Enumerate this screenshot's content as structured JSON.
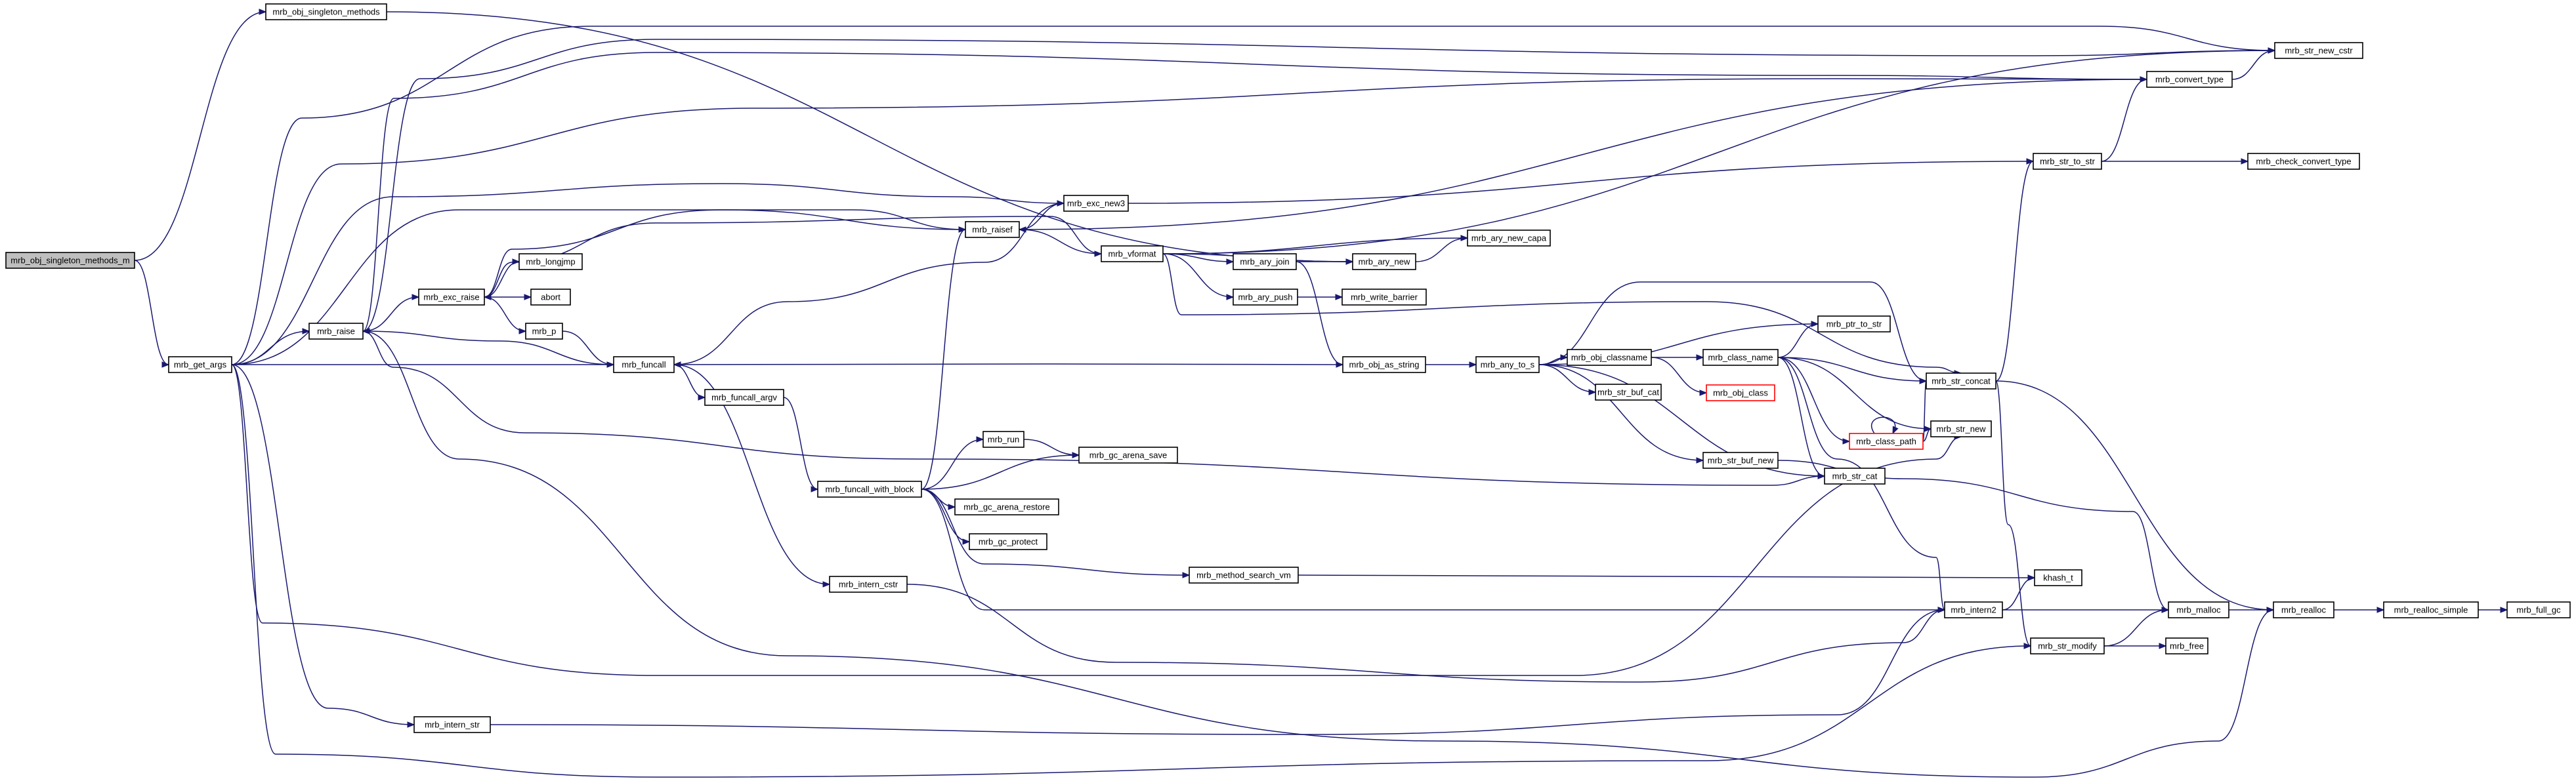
{
  "graph": {
    "type": "call-graph",
    "colors": {
      "edge": "#191970",
      "root_fill": "#bfbfbf",
      "node_border": "#000000",
      "truncated_border": "#ff0000",
      "background": "#ffffff"
    },
    "nodes": [
      {
        "id": "root",
        "label": "mrb_obj_singleton_methods_m",
        "root": true
      },
      {
        "id": "osm",
        "label": "mrb_obj_singleton_methods"
      },
      {
        "id": "get_args",
        "label": "mrb_get_args"
      },
      {
        "id": "raise",
        "label": "mrb_raise"
      },
      {
        "id": "exc_raise",
        "label": "mrb_exc_raise"
      },
      {
        "id": "longjmp",
        "label": "mrb_longjmp"
      },
      {
        "id": "abort",
        "label": "abort"
      },
      {
        "id": "p",
        "label": "mrb_p"
      },
      {
        "id": "funcall",
        "label": "mrb_funcall"
      },
      {
        "id": "funcall_argv",
        "label": "mrb_funcall_argv"
      },
      {
        "id": "fwb",
        "label": "mrb_funcall_with_block"
      },
      {
        "id": "intern_cstr",
        "label": "mrb_intern_cstr"
      },
      {
        "id": "intern_str",
        "label": "mrb_intern_str"
      },
      {
        "id": "raisef",
        "label": "mrb_raisef"
      },
      {
        "id": "exc_new3",
        "label": "mrb_exc_new3"
      },
      {
        "id": "vformat",
        "label": "mrb_vformat"
      },
      {
        "id": "run",
        "label": "mrb_run"
      },
      {
        "id": "gc_arena_save",
        "label": "mrb_gc_arena_save"
      },
      {
        "id": "gc_arena_restore",
        "label": "mrb_gc_arena_restore"
      },
      {
        "id": "gc_protect",
        "label": "mrb_gc_protect"
      },
      {
        "id": "msv",
        "label": "mrb_method_search_vm"
      },
      {
        "id": "ary_join",
        "label": "mrb_ary_join"
      },
      {
        "id": "ary_push",
        "label": "mrb_ary_push"
      },
      {
        "id": "ary_new",
        "label": "mrb_ary_new"
      },
      {
        "id": "ary_new_capa",
        "label": "mrb_ary_new_capa"
      },
      {
        "id": "write_barrier",
        "label": "mrb_write_barrier"
      },
      {
        "id": "obj_as_string",
        "label": "mrb_obj_as_string"
      },
      {
        "id": "any_to_s",
        "label": "mrb_any_to_s"
      },
      {
        "id": "obj_classname",
        "label": "mrb_obj_classname"
      },
      {
        "id": "str_buf_cat",
        "label": "mrb_str_buf_cat"
      },
      {
        "id": "class_name",
        "label": "mrb_class_name"
      },
      {
        "id": "obj_class",
        "label": "mrb_obj_class",
        "truncated": true
      },
      {
        "id": "ptr_to_str",
        "label": "mrb_ptr_to_str"
      },
      {
        "id": "class_path",
        "label": "mrb_class_path",
        "truncated": true
      },
      {
        "id": "str_buf_new",
        "label": "mrb_str_buf_new"
      },
      {
        "id": "str_cat",
        "label": "mrb_str_cat"
      },
      {
        "id": "str_concat",
        "label": "mrb_str_concat"
      },
      {
        "id": "str_new",
        "label": "mrb_str_new"
      },
      {
        "id": "str_to_str",
        "label": "mrb_str_to_str"
      },
      {
        "id": "convert_type",
        "label": "mrb_convert_type"
      },
      {
        "id": "check_convert_type",
        "label": "mrb_check_convert_type"
      },
      {
        "id": "str_new_cstr",
        "label": "mrb_str_new_cstr"
      },
      {
        "id": "khash_t",
        "label": "khash_t"
      },
      {
        "id": "intern2",
        "label": "mrb_intern2"
      },
      {
        "id": "malloc",
        "label": "mrb_malloc"
      },
      {
        "id": "str_modify",
        "label": "mrb_str_modify"
      },
      {
        "id": "free",
        "label": "mrb_free"
      },
      {
        "id": "realloc",
        "label": "mrb_realloc"
      },
      {
        "id": "realloc_simple",
        "label": "mrb_realloc_simple"
      },
      {
        "id": "full_gc",
        "label": "mrb_full_gc"
      }
    ],
    "edges": [
      [
        "root",
        "osm"
      ],
      [
        "root",
        "get_args"
      ],
      [
        "osm",
        "ary_new"
      ],
      [
        "get_args",
        "raise"
      ],
      [
        "get_args",
        "funcall"
      ],
      [
        "get_args",
        "exc_new3"
      ],
      [
        "get_args",
        "str_new_cstr"
      ],
      [
        "get_args",
        "convert_type"
      ],
      [
        "get_args",
        "intern_str"
      ],
      [
        "get_args",
        "str_new"
      ],
      [
        "get_args",
        "str_modify"
      ],
      [
        "get_args",
        "raisef"
      ],
      [
        "raise",
        "exc_raise"
      ],
      [
        "exc_raise",
        "longjmp"
      ],
      [
        "exc_raise",
        "abort"
      ],
      [
        "exc_raise",
        "p"
      ],
      [
        "p",
        "funcall"
      ],
      [
        "funcall",
        "raise"
      ],
      [
        "funcall",
        "funcall_argv"
      ],
      [
        "funcall",
        "intern_cstr"
      ],
      [
        "funcall_argv",
        "fwb"
      ],
      [
        "fwb",
        "raisef"
      ],
      [
        "fwb",
        "run"
      ],
      [
        "fwb",
        "gc_arena_save"
      ],
      [
        "fwb",
        "gc_arena_restore"
      ],
      [
        "fwb",
        "gc_protect"
      ],
      [
        "fwb",
        "msv"
      ],
      [
        "fwb",
        "intern2"
      ],
      [
        "run",
        "gc_arena_save"
      ],
      [
        "intern_cstr",
        "intern2"
      ],
      [
        "intern_str",
        "intern2"
      ],
      [
        "raisef",
        "exc_raise"
      ],
      [
        "raisef",
        "exc_new3"
      ],
      [
        "raisef",
        "vformat"
      ],
      [
        "exc_new3",
        "str_to_str"
      ],
      [
        "exc_new3",
        "funcall"
      ],
      [
        "vformat",
        "ary_new"
      ],
      [
        "vformat",
        "ary_new_capa"
      ],
      [
        "vformat",
        "ary_join"
      ],
      [
        "vformat",
        "ary_push"
      ],
      [
        "vformat",
        "str_new_cstr"
      ],
      [
        "vformat",
        "str_concat"
      ],
      [
        "vformat",
        "exc_raise"
      ],
      [
        "ary_join",
        "ary_new"
      ],
      [
        "ary_join",
        "obj_as_string"
      ],
      [
        "ary_push",
        "write_barrier"
      ],
      [
        "ary_new",
        "ary_new_capa"
      ],
      [
        "obj_as_string",
        "any_to_s"
      ],
      [
        "obj_as_string",
        "funcall"
      ],
      [
        "any_to_s",
        "obj_classname"
      ],
      [
        "any_to_s",
        "str_buf_cat"
      ],
      [
        "any_to_s",
        "ptr_to_str"
      ],
      [
        "any_to_s",
        "str_buf_new"
      ],
      [
        "any_to_s",
        "str_cat"
      ],
      [
        "any_to_s",
        "str_concat"
      ],
      [
        "obj_classname",
        "class_name"
      ],
      [
        "obj_classname",
        "obj_class"
      ],
      [
        "class_name",
        "ptr_to_str"
      ],
      [
        "class_name",
        "class_path"
      ],
      [
        "class_name",
        "str_concat"
      ],
      [
        "class_name",
        "str_new"
      ],
      [
        "class_name",
        "str_cat"
      ],
      [
        "class_name",
        "intern2"
      ],
      [
        "class_path",
        "class_path"
      ],
      [
        "class_path",
        "str_concat"
      ],
      [
        "class_path",
        "str_new"
      ],
      [
        "str_buf_new",
        "malloc"
      ],
      [
        "str_cat",
        "raise"
      ],
      [
        "str_concat",
        "str_to_str"
      ],
      [
        "str_concat",
        "str_modify"
      ],
      [
        "str_concat",
        "realloc"
      ],
      [
        "str_to_str",
        "convert_type"
      ],
      [
        "str_to_str",
        "check_convert_type"
      ],
      [
        "convert_type",
        "str_new_cstr"
      ],
      [
        "convert_type",
        "raisef"
      ],
      [
        "convert_type",
        "raise"
      ],
      [
        "str_new_cstr",
        "raise"
      ],
      [
        "msv",
        "khash_t"
      ],
      [
        "intern2",
        "khash_t"
      ],
      [
        "intern2",
        "malloc"
      ],
      [
        "str_modify",
        "malloc"
      ],
      [
        "str_modify",
        "free"
      ],
      [
        "malloc",
        "realloc"
      ],
      [
        "realloc",
        "realloc_simple"
      ],
      [
        "realloc",
        "raise"
      ],
      [
        "realloc_simple",
        "full_gc"
      ]
    ]
  }
}
